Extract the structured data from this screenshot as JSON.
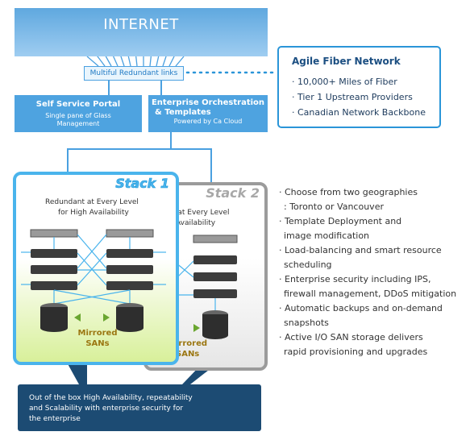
{
  "internet": {
    "label": "INTERNET"
  },
  "links": {
    "label": "Multiful Redundant links"
  },
  "fiber": {
    "title": "Agile Fiber Network",
    "items": [
      "10,000+ Miles of Fiber",
      "Tier 1 Upstream Providers",
      "Canadian Network Backbone"
    ]
  },
  "portal": {
    "title": "Self Service Portal",
    "sub1": "Single pane of Glass",
    "sub2": "Management"
  },
  "orchestration": {
    "title1": "Enterprise Orchestration",
    "title2": "& Templates",
    "sub": "Powered by Ca Cloud"
  },
  "stack1": {
    "name": "Stack 1",
    "sub1": "Redundant at Every Level",
    "sub2": "for High Availability",
    "mirrored1": "Mirrored",
    "mirrored2": "SANs"
  },
  "stack2": {
    "name": "Stack 2",
    "sub1": "t at Every Level",
    "sub2": "Availability",
    "mirrored1": "irrored",
    "mirrored2": "SANs"
  },
  "features": [
    "Choose from two geographies",
    ": Toronto or Vancouver",
    "Template Deployment and",
    "image modification",
    "Load-balancing and smart resource",
    "scheduling",
    "Enterprise security including IPS,",
    "firewall management, DDoS mitigation",
    "Automatic backups and on-demand",
    "snapshots",
    "Active I/O SAN storage delivers",
    "rapid provisioning and upgrades"
  ],
  "bottom": {
    "line1": "Out of the box High Availability, repeatability",
    "line2": "and Scalability with enterprise security for",
    "line3": "the enterprise"
  }
}
